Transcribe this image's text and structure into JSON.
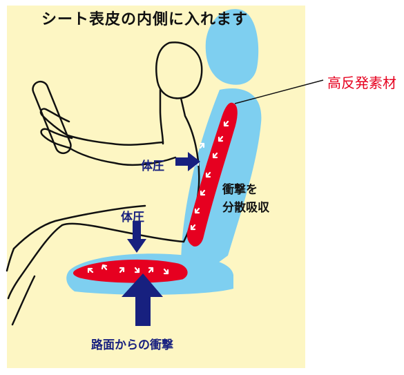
{
  "title": "シート表皮の内側に入れます",
  "labels": {
    "material": "高反発素材",
    "pressure_back": "体圧",
    "pressure_seat": "体圧",
    "disperse_line1": "衝撃を",
    "disperse_line2": "分散吸収",
    "road_impact": "路面からの衝撃"
  },
  "colors": {
    "background": "#fdf6c3",
    "seat": "#7ecff0",
    "foam": "#e60020",
    "arrow": "#17207f",
    "text": "#111111"
  }
}
